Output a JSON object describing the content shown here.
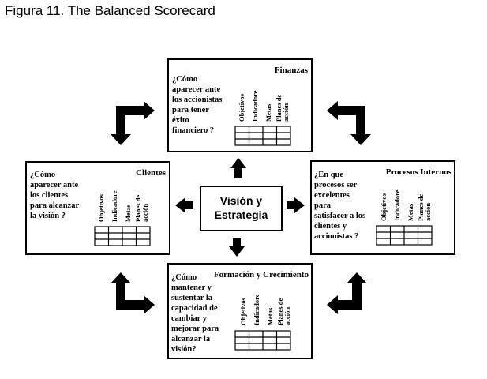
{
  "figure_title": "Figura 11. The Balanced Scorecard",
  "center": {
    "line1": "Visión y",
    "line2": "Estrategia"
  },
  "table_columns": [
    "Objetivos",
    "Indicadore",
    "Metas",
    "Planes de",
    "acción"
  ],
  "perspectives": {
    "finanzas": {
      "title": "Finanzas",
      "question": [
        "¿Cómo",
        "aparecer ante",
        "los accionistas",
        "para tener",
        "éxito",
        "financiero ?"
      ]
    },
    "clientes": {
      "title": "Clientes",
      "question": [
        "¿Cómo",
        "aparecer ante",
        "los clientes",
        "para alcanzar",
        "la visión ?"
      ]
    },
    "procesos": {
      "title": "Procesos Internos",
      "question": [
        "¿En que",
        "procesos ser",
        "excelentes",
        "para",
        "satisfacer a los",
        "clientes y",
        "accionistas ?"
      ]
    },
    "formacion": {
      "title": "Formación y Crecimiento",
      "question": [
        "¿Cómo",
        "mantener y",
        "sustentar la",
        "capacidad de",
        "cambiar y",
        "mejorar para",
        "alcanzar la",
        "visión?"
      ]
    }
  }
}
